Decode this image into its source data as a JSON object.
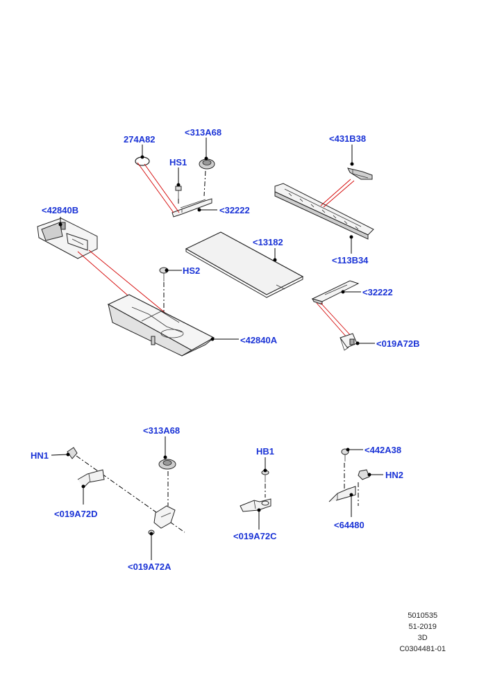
{
  "callouts": {
    "c274A82": "274A82",
    "c313A68_top": "<313A68",
    "hs1": "HS1",
    "c32222_top": "<32222",
    "c431B38": "<431B38",
    "c42840B": "<42840B",
    "c13182": "<13182",
    "c113B34": "<113B34",
    "hs2": "HS2",
    "c32222_right": "<32222",
    "c42840A": "<42840A",
    "c019A72B": "<019A72B",
    "c313A68_bottom": "<313A68",
    "hn1": "HN1",
    "c019A72D": "<019A72D",
    "c019A72A": "<019A72A",
    "hb1": "HB1",
    "c019A72C": "<019A72C",
    "c442A38": "<442A38",
    "hn2": "HN2",
    "c64480": "<64480"
  },
  "meta": {
    "line1": "5010535",
    "line2": "51-2019",
    "line3": "3D",
    "line4": "C0304481-01"
  },
  "colors": {
    "callout": "#1a33d6",
    "leader_red": "#d40000"
  }
}
